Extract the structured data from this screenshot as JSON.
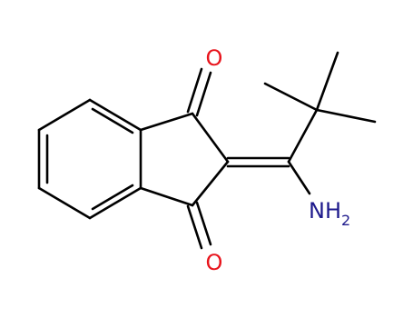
{
  "molecule": {
    "atoms": {
      "oxygen_top": {
        "symbol": "O"
      },
      "oxygen_bottom": {
        "symbol": "O"
      },
      "amine": {
        "symbol": "NH",
        "subscript": "2"
      }
    },
    "colors": {
      "bond": "#000000",
      "oxygen": "#e8141c",
      "nitrogen": "#1e1a8c"
    }
  }
}
